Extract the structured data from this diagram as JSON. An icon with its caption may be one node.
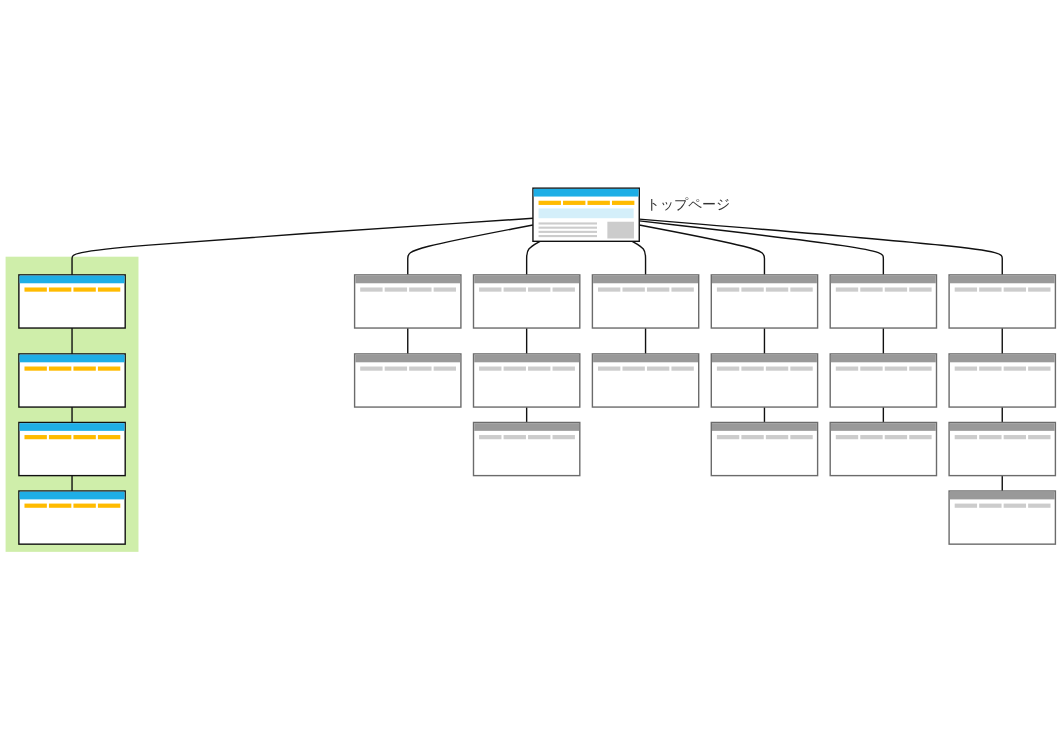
{
  "diagram": {
    "nodes": [
      {
        "text": [],
        "shape": "picture",
        "beside": [
          "トップページ"
        ]
      },
      {
        "text": [],
        "shape": "picture"
      },
      {
        "text": [],
        "shape": "picture"
      },
      {
        "text": [],
        "shape": "picture"
      },
      {
        "text": [],
        "shape": "picture"
      },
      {
        "text": [],
        "shape": "picture"
      },
      {
        "text": [],
        "shape": "picture"
      },
      {
        "text": [],
        "shape": "picture"
      },
      {
        "text": [],
        "shape": "bar"
      },
      {
        "text": [],
        "shape": "picture",
        "in": 8
      },
      {
        "text": [],
        "shape": "picture",
        "in": 8
      },
      {
        "text": [],
        "shape": "picture",
        "in": 8
      },
      {
        "text": [],
        "shape": "picture",
        "in": 8
      },
      {
        "text": [],
        "shape": "picture"
      },
      {
        "text": [],
        "shape": "picture"
      },
      {
        "text": [],
        "shape": "picture"
      },
      {
        "text": [],
        "shape": "picture"
      },
      {
        "text": [],
        "shape": "picture"
      },
      {
        "text": [],
        "shape": "picture"
      },
      {
        "text": [],
        "shape": "picture"
      },
      {
        "text": [],
        "shape": "picture"
      },
      {
        "text": [],
        "shape": "picture"
      },
      {
        "text": [],
        "shape": "picture"
      }
    ],
    "edges": [
      {
        "from": 0,
        "to": 1,
        "arrow": "none"
      },
      {
        "from": 0,
        "to": 5,
        "arrow": "none"
      },
      {
        "from": 0,
        "to": 9,
        "arrow": "none"
      },
      {
        "from": 0,
        "to": 13,
        "arrow": "none"
      },
      {
        "from": 0,
        "to": 15,
        "arrow": "none"
      },
      {
        "from": 0,
        "to": 18,
        "arrow": "none"
      },
      {
        "from": 0,
        "to": 20,
        "arrow": "none"
      },
      {
        "from": 1,
        "to": 2,
        "arrow": "none"
      },
      {
        "from": 2,
        "to": 3,
        "arrow": "none"
      },
      {
        "from": 3,
        "to": 4,
        "arrow": "none"
      },
      {
        "from": 5,
        "to": 6,
        "arrow": "none"
      },
      {
        "from": 6,
        "to": 7,
        "arrow": "none"
      },
      {
        "from": 9,
        "to": 10,
        "arrow": "none"
      },
      {
        "from": 10,
        "to": 11,
        "arrow": "none"
      },
      {
        "from": 11,
        "to": 12,
        "arrow": "none"
      },
      {
        "from": 13,
        "to": 14,
        "arrow": "none"
      },
      {
        "from": 15,
        "to": 16,
        "arrow": "none"
      },
      {
        "from": 16,
        "to": 17,
        "arrow": "none"
      },
      {
        "from": 18,
        "to": 19,
        "arrow": "none"
      },
      {
        "from": 20,
        "to": 21,
        "arrow": "none"
      },
      {
        "from": 21,
        "to": 22,
        "arrow": "none"
      }
    ]
  }
}
